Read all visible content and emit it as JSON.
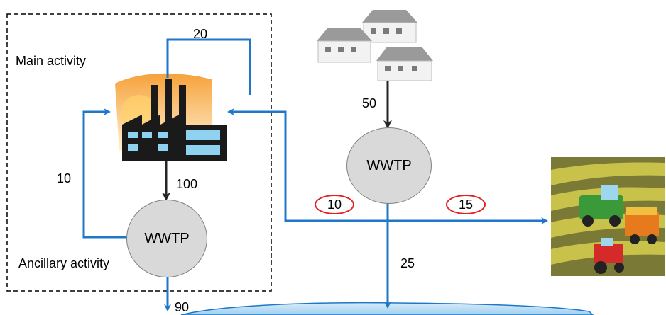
{
  "boundary": {
    "main_label": "Main activity",
    "ancillary_label": "Ancillary activity"
  },
  "nodes": {
    "wwtp_internal": "WWTP",
    "wwtp_municipal": "WWTP"
  },
  "flows": {
    "internal_recycle": "20",
    "reuse_loop": "10",
    "to_internal_wwtp": "100",
    "internal_discharge": "90",
    "houses_to_wwtp": "50",
    "municipal_to_factory": "10",
    "municipal_to_agriculture": "15",
    "municipal_discharge": "25"
  },
  "icons": {
    "factory": "factory-icon",
    "houses": "houses-icon",
    "agriculture": "agriculture-icon",
    "water_body": "water-body"
  },
  "colors": {
    "flow_blue": "#1f77c9",
    "flow_dark": "#262626",
    "highlight_red": "#e02020",
    "node_grey": "#d9d9d9",
    "water_blue": "#bfe0f5"
  }
}
